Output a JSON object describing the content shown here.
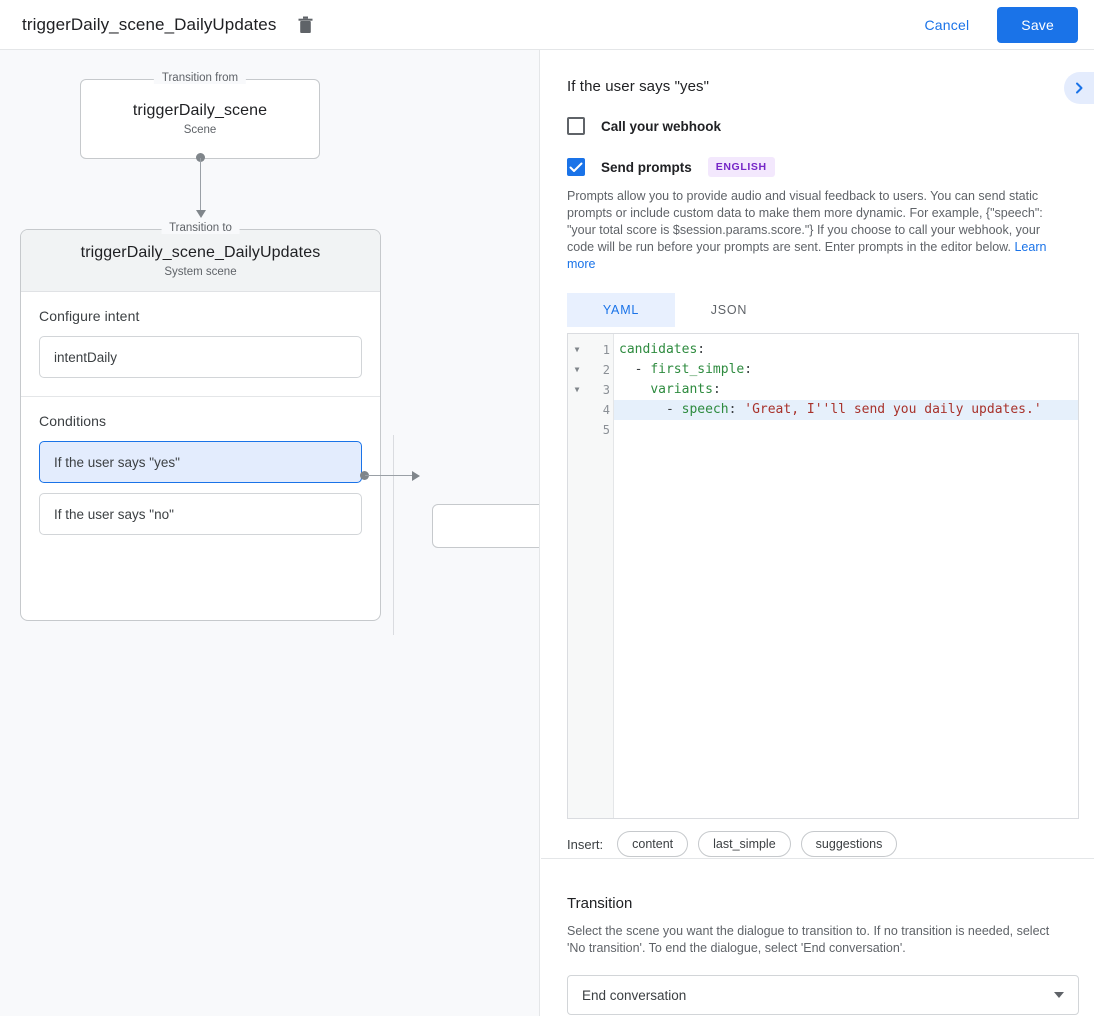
{
  "topbar": {
    "title": "triggerDaily_scene_DailyUpdates",
    "delete_icon": "trash-icon",
    "cancel_label": "Cancel",
    "save_label": "Save"
  },
  "canvas": {
    "from_card": {
      "legend": "Transition from",
      "title": "triggerDaily_scene",
      "subtitle": "Scene"
    },
    "to_card": {
      "legend": "Transition to",
      "title": "triggerDaily_scene_DailyUpdates",
      "subtitle": "System scene"
    },
    "intent_section": {
      "label": "Configure intent",
      "value": "intentDaily"
    },
    "conditions_section": {
      "label": "Conditions",
      "items": [
        {
          "label": "If the user says \"yes\"",
          "selected": true
        },
        {
          "label": "If the user says \"no\"",
          "selected": false
        }
      ]
    },
    "stub_node": {
      "label": ""
    }
  },
  "panel": {
    "title": "If the user says \"yes\"",
    "collapse_icon": "chevron-right-icon",
    "webhook": {
      "label": "Call your webhook",
      "checked": false
    },
    "prompts": {
      "label": "Send prompts",
      "checked": true,
      "badge": "ENGLISH",
      "description": "Prompts allow you to provide audio and visual feedback to users. You can send static prompts or include custom data to make them more dynamic. For example, {\"speech\": \"your total score is $session.params.score.\"} If you choose to call your webhook, your code will be run before your prompts are sent. Enter prompts in the editor below. ",
      "learn_more": "Learn more"
    },
    "editor_tabs": [
      {
        "label": "YAML",
        "active": true
      },
      {
        "label": "JSON",
        "active": false
      }
    ],
    "editor": {
      "lines": [
        {
          "num": "1",
          "fold": true,
          "indent": "",
          "key": "candidates",
          "dash": false,
          "value": "",
          "highlight": false
        },
        {
          "num": "2",
          "fold": true,
          "indent": "  ",
          "key": "first_simple",
          "dash": true,
          "value": "",
          "highlight": false
        },
        {
          "num": "3",
          "fold": true,
          "indent": "    ",
          "key": "variants",
          "dash": false,
          "value": "",
          "highlight": false
        },
        {
          "num": "4",
          "fold": false,
          "indent": "      ",
          "key": "speech",
          "dash": true,
          "value": "'Great, I''ll send you daily updates.'",
          "highlight": true
        },
        {
          "num": "5",
          "fold": false,
          "indent": "",
          "key": "",
          "dash": false,
          "value": "",
          "highlight": false
        }
      ]
    },
    "insert": {
      "label": "Insert:",
      "chips": [
        "content",
        "last_simple",
        "suggestions"
      ]
    },
    "transition": {
      "title": "Transition",
      "description": "Select the scene you want the dialogue to transition to. If no transition is needed, select 'No transition'. To end the dialogue, select 'End conversation'.",
      "selected": "End conversation",
      "caret_icon": "chevron-down-icon"
    }
  },
  "colors": {
    "accent": "#1a73e8",
    "canvas_bg": "#f8f9fb",
    "selected_condition_bg": "#e3ecfd",
    "badge_fg": "#7627c7",
    "badge_bg": "#f3e8fd",
    "yaml_key": "#2e8b3f",
    "yaml_string": "#a8322b"
  }
}
